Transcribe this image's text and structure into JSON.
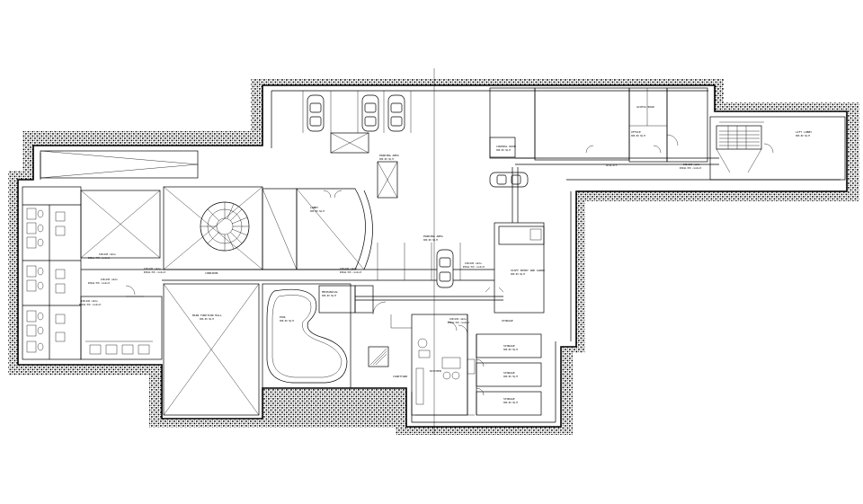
{
  "labels": {
    "parking_north": "PARKING AREA",
    "parking_main": "PARKING AREA",
    "lobby_upper": "LOBBY",
    "main_function_hall": "MAIN FUNCTION HALL",
    "pool": "POOL",
    "mechanical": "MECHANICAL",
    "courtyard": "COURTYARD",
    "kitchen": "KITCHEN",
    "storage_1": "STORAGE",
    "storage_2": "STORAGE",
    "storage_3": "STORAGE",
    "storage_4": "STORAGE",
    "staff_entry": "STAFF ENTRY AND GUARD",
    "access_north": "ACCESS ROAD",
    "office": "OFFICE",
    "control_room": "CONTROL ROOM",
    "elevator_lobby": "LIFT LOBBY",
    "corridor": "CORRIDOR",
    "utility": "UTILITY",
    "pipe_note_1": "100x100 cable",
    "pipe_note_2": "100x100 cable",
    "pipe_note_3": "100x100 cable",
    "pipe_note_4": "100x100 cable",
    "pipe_note_5": "100x100 cable",
    "pipe_note_6": "100x100 cable",
    "pipe_note_7": "100x100 cable",
    "pipe_note_8": "100x100 cable",
    "pvc_note_1": "Ø32mm PVC conduit",
    "pvc_note_2": "Ø32mm PVC conduit",
    "pvc_note_3": "Ø32mm PVC conduit",
    "pvc_note_4": "Ø32mm PVC conduit",
    "pvc_note_5": "Ø32mm PVC conduit",
    "pvc_note_6": "Ø32mm PVC conduit",
    "pvc_note_7": "Ø32mm PVC conduit",
    "pvc_note_8": "Ø32mm PVC conduit",
    "dim_1": "000.00 SQ.M",
    "dim_2": "000.00 SQ.M",
    "dim_3": "000.00 SQ.M",
    "dim_4": "000.00 SQ.M",
    "dim_5": "000.00 SQ.M",
    "dim_6": "000.00 SQ.M",
    "dim_7": "000.00 SQ.M",
    "dim_8": "000.00 SQ.M",
    "dim_9": "000.00 SQ.M",
    "dim_10": "000.00 SQ.M",
    "dim_11": "000.00 SQ.M",
    "dim_12": "000.00 SQ.M",
    "dim_13": "000.00 SQ.M"
  },
  "colors": {
    "ink": "#000000",
    "paper": "#ffffff"
  }
}
